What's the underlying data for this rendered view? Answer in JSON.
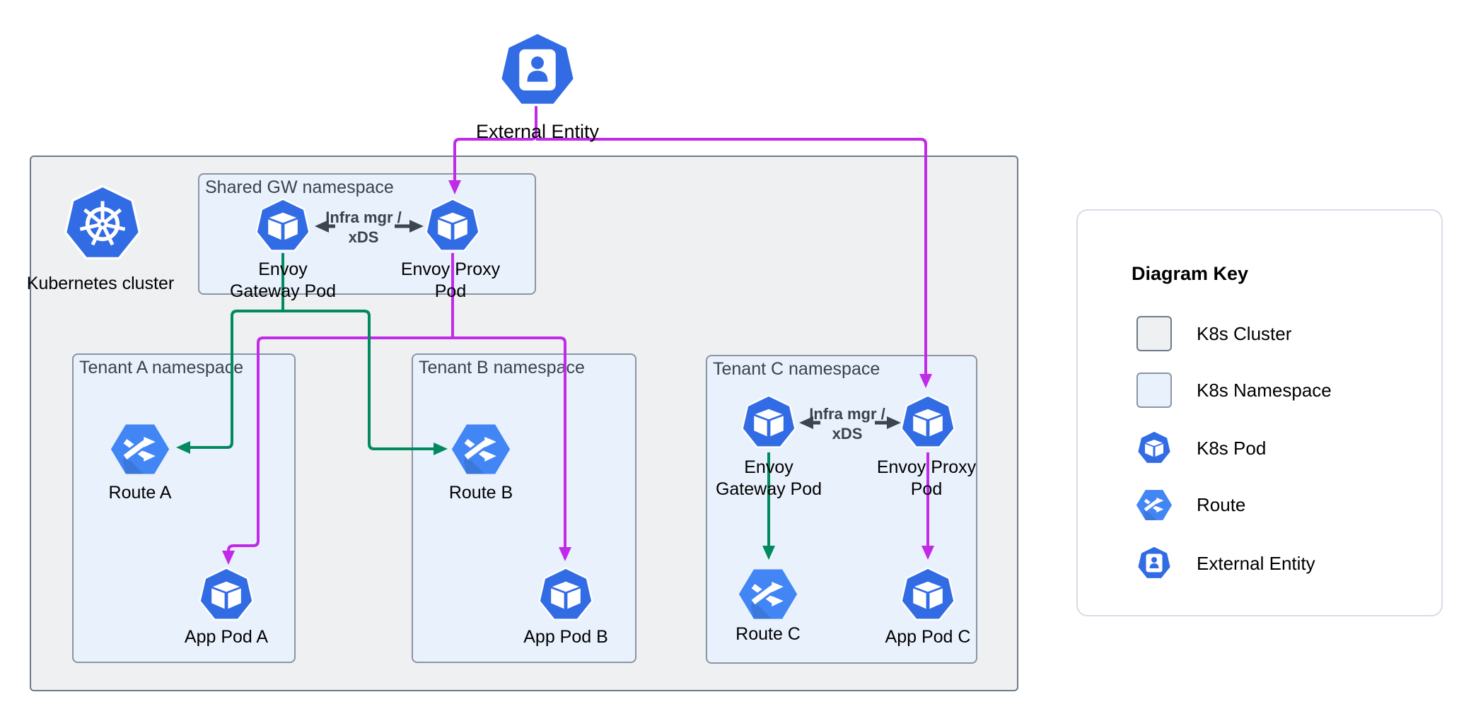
{
  "external_entity": {
    "label": "External Entity"
  },
  "cluster": {
    "label": "Kubernetes cluster",
    "shared_namespace": {
      "title": "Shared GW namespace",
      "gateway_pod_label": "Envoy\nGateway Pod",
      "proxy_pod_label": "Envoy Proxy\nPod",
      "link_label": "Infra mgr /\nxDS"
    },
    "tenant_a": {
      "title": "Tenant A namespace",
      "route_label": "Route A",
      "app_pod_label": "App Pod A"
    },
    "tenant_b": {
      "title": "Tenant B namespace",
      "route_label": "Route B",
      "app_pod_label": "App Pod B"
    },
    "tenant_c": {
      "title": "Tenant C namespace",
      "gateway_pod_label": "Envoy\nGateway Pod",
      "proxy_pod_label": "Envoy Proxy\nPod",
      "link_label": "Infra mgr /\nxDS",
      "route_label": "Route C",
      "app_pod_label": "App Pod C"
    }
  },
  "key": {
    "title": "Diagram Key",
    "items": [
      {
        "label": "K8s Cluster",
        "icon": "cluster-swatch"
      },
      {
        "label": "K8s Namespace",
        "icon": "namespace-swatch"
      },
      {
        "label": "K8s Pod",
        "icon": "pod-icon"
      },
      {
        "label": "Route",
        "icon": "route-icon"
      },
      {
        "label": "External Entity",
        "icon": "external-entity-icon"
      }
    ]
  },
  "colors": {
    "k8s_blue": "#326CE5",
    "route_blue": "#4285F4",
    "route_shadow_blue": "#3C77DB",
    "magenta_edge": "#C02AE8",
    "green_edge": "#008A5E",
    "dark_edge": "#3B4650",
    "cluster_fill": "#EEF0F2",
    "namespace_fill": "#E9F1FD"
  }
}
